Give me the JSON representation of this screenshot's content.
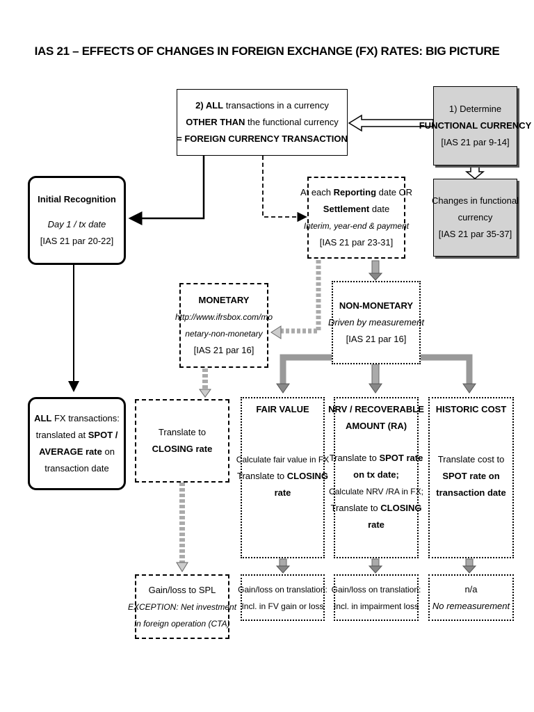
{
  "title": "IAS 21 – EFFECTS OF CHANGES IN FOREIGN EXCHANGE (FX) RATES: BIG PICTURE",
  "all_transactions": {
    "l1_bold": "2) ALL",
    "l1_rest": " transactions in a currency",
    "l2_bold": "OTHER THAN",
    "l2_rest": " the functional currency",
    "l3": "= FOREIGN CURRENCY TRANSACTION"
  },
  "determine": {
    "l1": "1) Determine",
    "l2": "FUNCTIONAL CURRENCY",
    "l3": "[IAS 21 par 9-14]"
  },
  "changes": {
    "l1": "Changes in functional",
    "l2": "currency",
    "l3": "[IAS 21 par 35-37]"
  },
  "initial": {
    "l1": "Initial Recognition",
    "l2": "Day 1 / tx date",
    "l3": "[IAS 21 par 20-22]"
  },
  "reporting": {
    "l1_a": "At each ",
    "l1_b": "Reporting",
    "l1_c": " date OR",
    "l2_a": "Settlement",
    "l2_b": " date",
    "l3": "Interim, year-end & payment",
    "l4": "[IAS 21 par 23-31]"
  },
  "monetary": {
    "l1": "MONETARY",
    "l2": "http://www.ifrsbox.com/mo",
    "l3": "netary-non-monetary",
    "l4": "[IAS 21 par 16]"
  },
  "nonmonetary": {
    "l1": "NON-MONETARY",
    "l2": "Driven by measurement",
    "l3": "[IAS 21 par 16]"
  },
  "all_fx": {
    "l1_a": "ALL",
    "l1_b": " FX transactions:",
    "l2_a": "translated at ",
    "l2_b": "SPOT /",
    "l3_a": "AVERAGE rate",
    "l3_b": " on",
    "l4": "transaction date"
  },
  "translate_closing": {
    "l1": "Translate to",
    "l2": "CLOSING rate"
  },
  "fair_value": {
    "heading": "FAIR VALUE",
    "l1": "Calculate fair value in FX",
    "l2_a": "Translate to ",
    "l2_b": "CLOSING",
    "l3": "rate"
  },
  "nrv": {
    "heading1": "NRV / RECOVERABLE",
    "heading2": "AMOUNT (RA)",
    "l1_a": "Translate to ",
    "l1_b": "SPOT rate",
    "l2": "on tx date;",
    "l3": "Calculate NRV /RA in FX;",
    "l4_a": "Translate to ",
    "l4_b": "CLOSING",
    "l5": "rate"
  },
  "historic": {
    "heading": "HISTORIC COST",
    "l1": "Translate cost to",
    "l2": "SPOT rate on",
    "l3": "transaction date"
  },
  "gain_spl": {
    "l1": "Gain/loss to SPL",
    "l2": "EXCEPTION: Net investment",
    "l3": "in foreign operation (CTA)"
  },
  "gain_fv": {
    "l1": "Gain/loss on translation:",
    "l2": "Incl. in FV gain or loss"
  },
  "gain_imp": {
    "l1": "Gain/loss on translation:",
    "l2": "Incl. in impairment loss"
  },
  "na": {
    "l1": "n/a",
    "l2": "No remeasurement"
  }
}
